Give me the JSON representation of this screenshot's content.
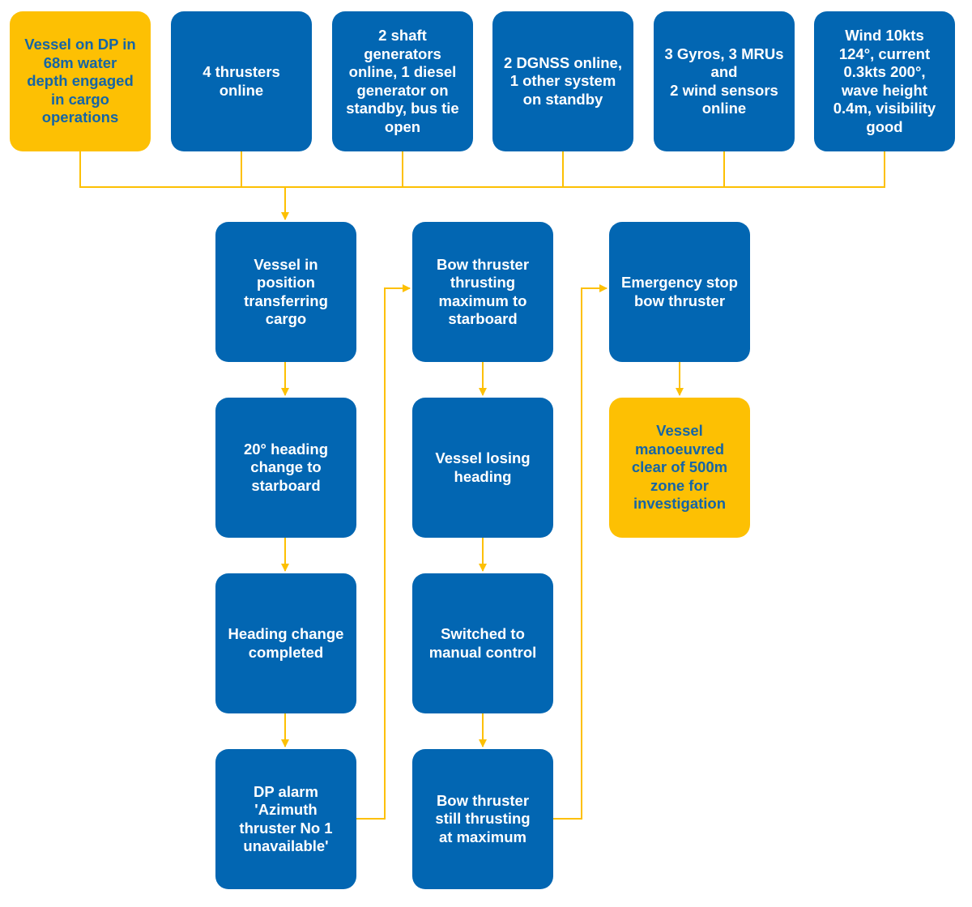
{
  "colors": {
    "box_blue": "#0266b2",
    "box_yellow": "#fdc003",
    "text_on_blue": "#ffffff",
    "text_on_yellow": "#1565a6",
    "connector": "#fdc003"
  },
  "top_row": [
    {
      "text": "Vessel on DP in\n68m water\ndepth engaged\nin cargo\noperations",
      "style": "yellow"
    },
    {
      "text": "4 thrusters\nonline",
      "style": "blue"
    },
    {
      "text": "2 shaft\ngenerators\nonline, 1 diesel\ngenerator on\nstandby, bus tie\nopen",
      "style": "blue"
    },
    {
      "text": "2 DGNSS online,\n1 other system\non standby",
      "style": "blue"
    },
    {
      "text": "3 Gyros, 3 MRUs\nand\n2 wind sensors\nonline",
      "style": "blue"
    },
    {
      "text": "Wind 10kts\n124°, current\n0.3kts 200°,\nwave height\n0.4m, visibility\ngood",
      "style": "blue"
    }
  ],
  "column_1": [
    {
      "text": "Vessel in\nposition\ntransferring\ncargo",
      "style": "blue"
    },
    {
      "text": "20° heading\nchange to\nstarboard",
      "style": "blue"
    },
    {
      "text": "Heading change\ncompleted",
      "style": "blue"
    },
    {
      "text": "DP alarm\n'Azimuth\nthruster No 1\nunavailable'",
      "style": "blue"
    }
  ],
  "column_2": [
    {
      "text": "Bow thruster\nthrusting\nmaximum to\nstarboard",
      "style": "blue"
    },
    {
      "text": "Vessel losing\nheading",
      "style": "blue"
    },
    {
      "text": "Switched to\nmanual control",
      "style": "blue"
    },
    {
      "text": "Bow thruster\nstill thrusting\nat maximum",
      "style": "blue"
    }
  ],
  "column_3": [
    {
      "text": "Emergency stop\nbow thruster",
      "style": "blue"
    },
    {
      "text": "Vessel\nmanoeuvred\nclear of 500m\nzone for\ninvestigation",
      "style": "yellow"
    }
  ]
}
